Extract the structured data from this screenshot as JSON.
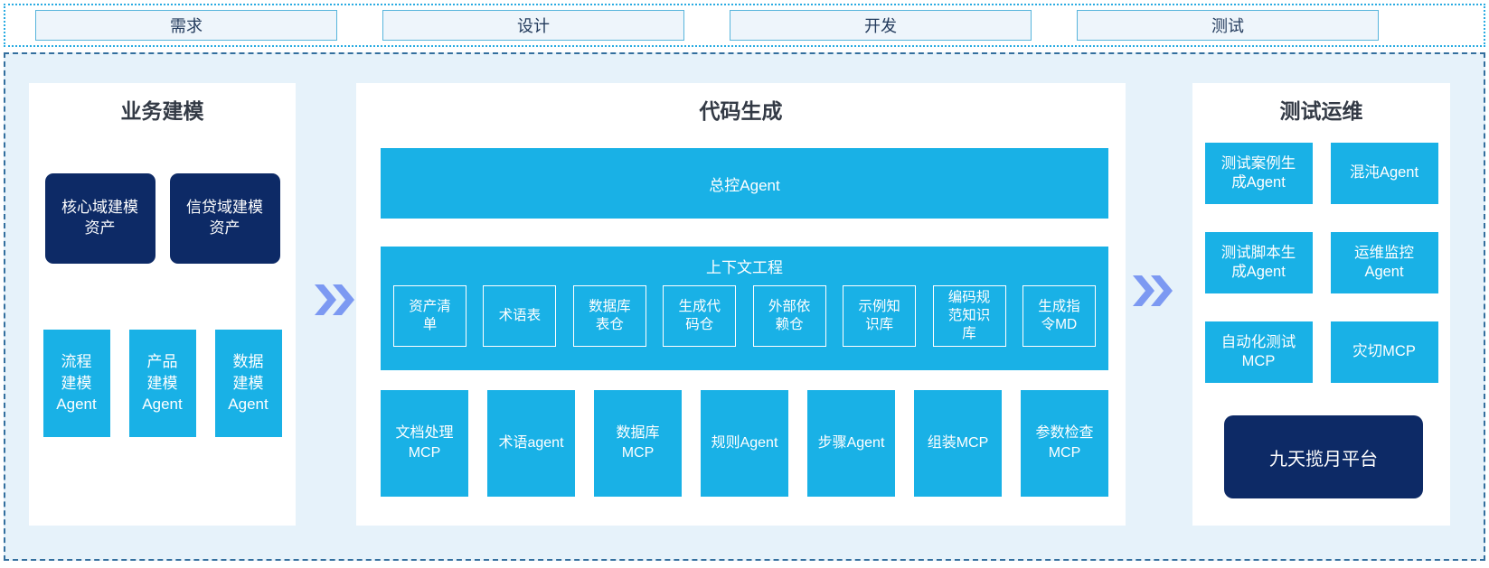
{
  "phases": [
    "需求",
    "设计",
    "开发",
    "测试"
  ],
  "business": {
    "title": "业务建模",
    "assets": [
      "核心域建模资产",
      "信贷域建模资产"
    ],
    "agents": [
      "流程建模Agent",
      "产品建模Agent",
      "数据建模Agent"
    ]
  },
  "codegen": {
    "title": "代码生成",
    "master_agent": "总控Agent",
    "context": {
      "title": "上下文工程",
      "items": [
        "资产清单",
        "术语表",
        "数据库表仓",
        "生成代码仓",
        "外部依赖仓",
        "示例知识库",
        "编码规范知识库",
        "生成指令MD"
      ]
    },
    "tools": [
      "文档处理MCP",
      "术语agent",
      "数据库MCP",
      "规则Agent",
      "步骤Agent",
      "组装MCP",
      "参数检查MCP"
    ]
  },
  "testops": {
    "title": "测试运维",
    "boxes": [
      "测试案例生成Agent",
      "混沌Agent",
      "测试脚本生成Agent",
      "运维监控Agent",
      "自动化测试MCP",
      "灾切MCP"
    ],
    "platform": "九天揽月平台"
  },
  "colors": {
    "cyan": "#19B1E6",
    "navy": "#0D2A66",
    "container_bg": "#E6F2FA",
    "panel_bg": "#FFFFFF",
    "arrow": "#7C99F2",
    "phase_box_fill": "#EEF5FB",
    "phase_box_border": "#58B5DC",
    "dotted_border": "#29ABE2",
    "dashed_border": "#336F9E"
  }
}
